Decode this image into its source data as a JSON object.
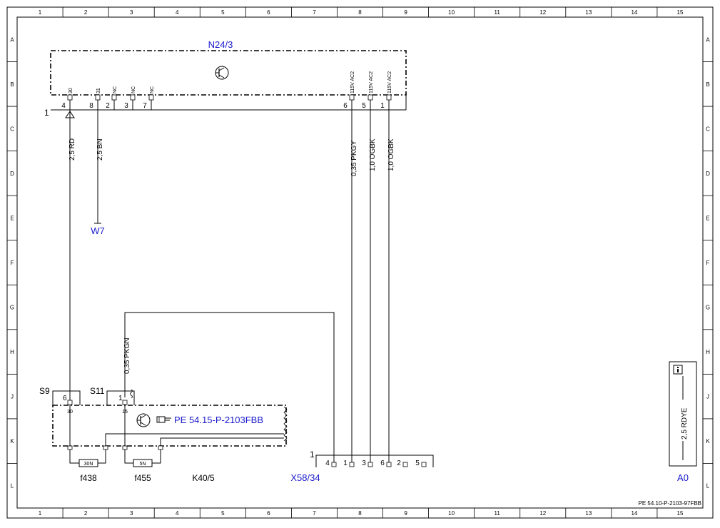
{
  "grid": {
    "columns": [
      "1",
      "2",
      "3",
      "4",
      "5",
      "6",
      "7",
      "8",
      "9",
      "10",
      "11",
      "12",
      "13",
      "14",
      "15"
    ],
    "rows": [
      "A",
      "B",
      "C",
      "D",
      "E",
      "F",
      "G",
      "H",
      "J",
      "K",
      "L"
    ]
  },
  "components": {
    "n24": {
      "name": "N24/3",
      "corner": "1",
      "pins_left": [
        "4",
        "8",
        "2",
        "3",
        "7"
      ],
      "pin_fn_left": [
        "30",
        "31",
        "NC",
        "NC",
        "NC"
      ],
      "pins_right": [
        "6",
        "5",
        "1"
      ],
      "pin_fn_right": [
        "115V AC2",
        "115V AC2",
        "115V AC2"
      ]
    },
    "w7": "W7",
    "k40": {
      "name": "K40/5",
      "ref": "PE 54.15-P-2103FBB",
      "s9": "S9",
      "s11": "S11",
      "s9_pin": "6",
      "s11_pin": "1",
      "s9_fn": "30",
      "s11_fn": "15",
      "f438": "f438",
      "f455": "f455",
      "f438_rating": "30N",
      "f455_rating": "5N"
    },
    "x58": {
      "name": "X58/34",
      "corner": "1",
      "pins": [
        "4",
        "1",
        "3",
        "6",
        "2",
        "5"
      ]
    },
    "a0": {
      "name": "A0",
      "wire": "2,5 RDYE"
    }
  },
  "wires": {
    "rd": "2,5 RD",
    "bn": "2,5 BN",
    "pkgy": "0,35 PKGY",
    "ogbk1": "1,0 OGBK",
    "ogbk2": "1,0 OGBK",
    "pkgn": "0,35 PKGN"
  },
  "doc_id": "PE 54.10-P-2103-97FBB",
  "colors": {
    "reference": "#1a1acc",
    "line": "#000000"
  }
}
